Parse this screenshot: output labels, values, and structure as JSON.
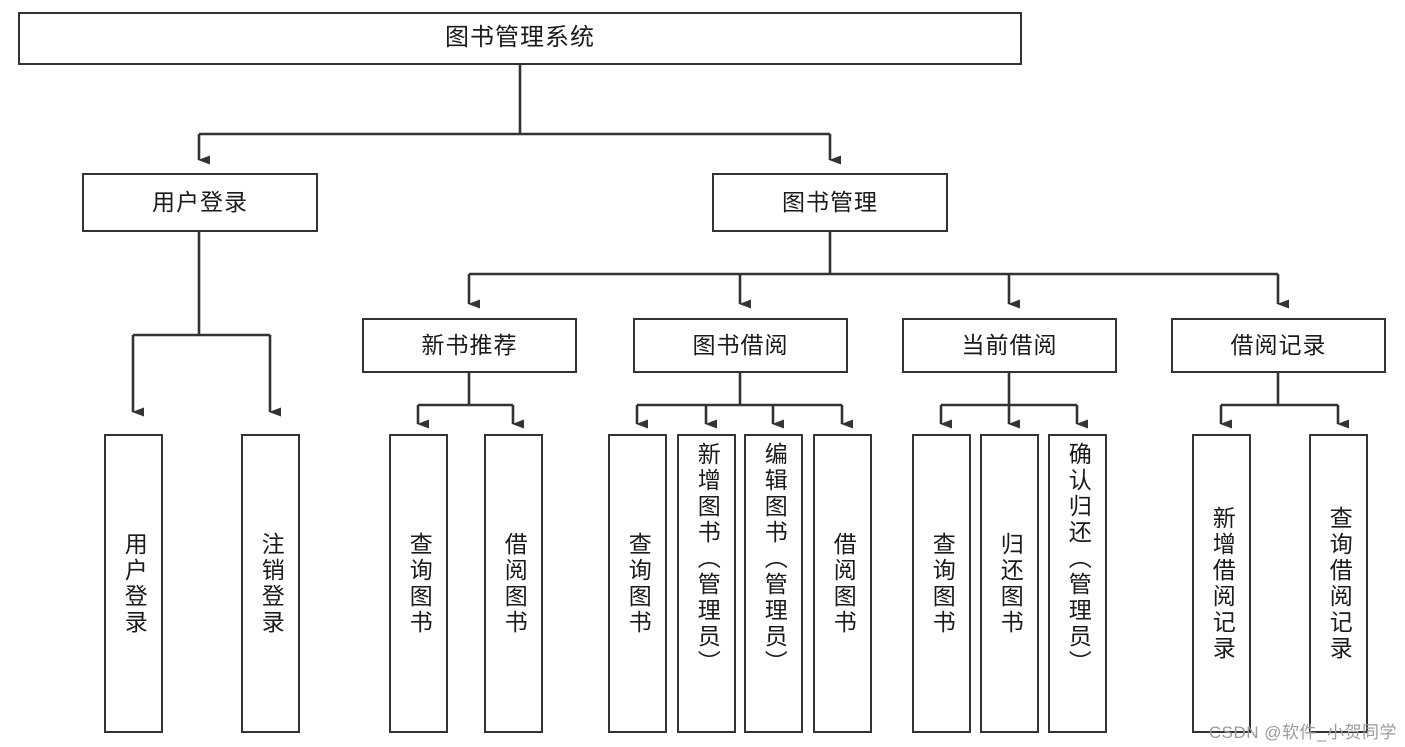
{
  "diagram": {
    "title": "图书管理系统",
    "watermark": "CSDN @软件_小贺同学",
    "type": "hierarchy-tree",
    "colors": {
      "box_border": "#333333",
      "box_fill": "#ffffff",
      "connector": "#333333",
      "text": "#1a1a1a",
      "watermark": "#9b9b9b"
    },
    "root": {
      "label": "图书管理系统"
    },
    "level1": [
      {
        "label": "用户登录"
      },
      {
        "label": "图书管理"
      }
    ],
    "level2": [
      {
        "label": "新书推荐"
      },
      {
        "label": "图书借阅"
      },
      {
        "label": "当前借阅"
      },
      {
        "label": "借阅记录"
      }
    ],
    "leaves": {
      "user_login": [
        {
          "label": "用户登录"
        },
        {
          "label": "注销登录"
        }
      ],
      "new_book_recommend": [
        {
          "label": "查询图书"
        },
        {
          "label": "借阅图书"
        }
      ],
      "book_borrow": [
        {
          "label": "查询图书"
        },
        {
          "label": "新增图书（管理员）"
        },
        {
          "label": "编辑图书（管理员）"
        },
        {
          "label": "借阅图书"
        }
      ],
      "current_borrow": [
        {
          "label": "查询图书"
        },
        {
          "label": "归还图书"
        },
        {
          "label": "确认归还（管理员）"
        }
      ],
      "borrow_record": [
        {
          "label": "新增借阅记录"
        },
        {
          "label": "查询借阅记录"
        }
      ]
    }
  }
}
